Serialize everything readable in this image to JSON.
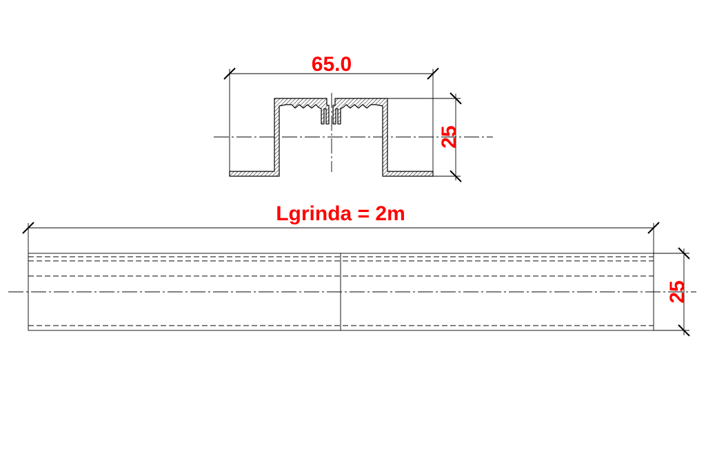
{
  "section_view": {
    "width_dimension": "65.0",
    "height_dimension": "25"
  },
  "elevation_view": {
    "length_label": "Lgrinda = 2m",
    "height_dimension": "25"
  },
  "colors": {
    "dimension_text": "#ff0000",
    "lines": "#000000",
    "background": "#ffffff"
  }
}
